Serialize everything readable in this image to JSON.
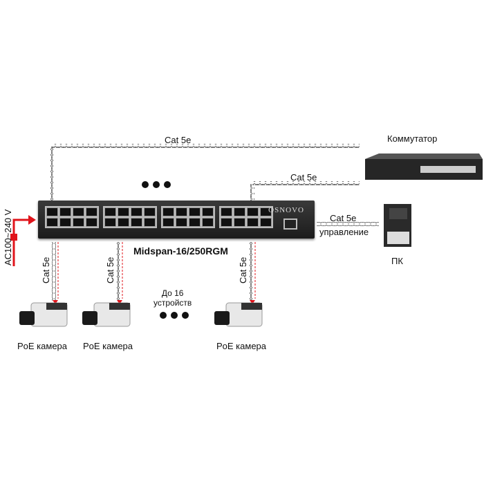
{
  "labels": {
    "cable_top": "Cat 5e",
    "cable_mid": "Cat 5e",
    "cable_mgmt": "Cat 5e",
    "mgmt": "управление",
    "switch_name": "Коммутатор",
    "pc": "ПК",
    "model": "Midspan-16/250RGM",
    "brand": "OSNOVO",
    "power": "AC100~240 V",
    "cam_cable_1": "Cat 5e",
    "cam_cable_2": "Cat 5e",
    "cam_cable_3": "Cat 5e",
    "devices": "До 16\nустройств",
    "cam1": "PoE камера",
    "cam2": "PoE камера",
    "cam3": "PoE камера"
  },
  "colors": {
    "power": "#e0141b",
    "device": "#222222"
  }
}
